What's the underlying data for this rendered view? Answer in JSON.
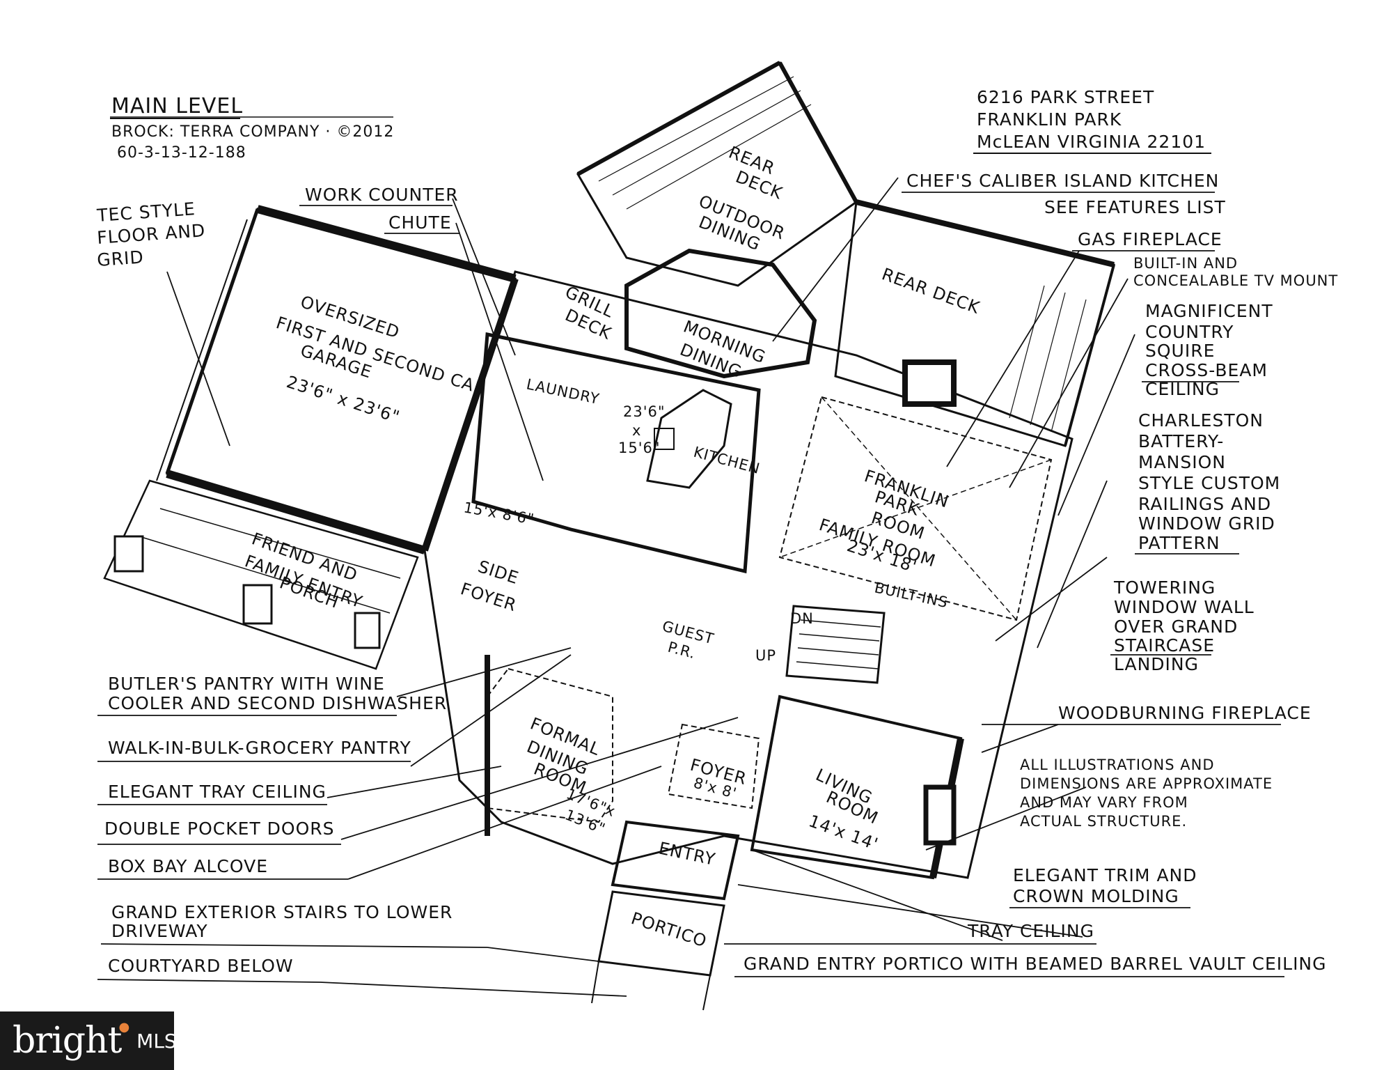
{
  "header": {
    "level_title": "MAIN LEVEL",
    "credit": "BROCK: TERRA COMPANY · ©2012",
    "code": "60-3-13-12-188",
    "address_line1": "6216 PARK STREET",
    "address_line2": "FRANKLIN PARK",
    "address_line3": "McLEAN VIRGINIA 22101"
  },
  "rooms": {
    "garage_1": "OVERSIZED",
    "garage_2": "FIRST AND SECOND CAR",
    "garage_3": "GARAGE",
    "garage_dim": "23'6\" x 23'6\"",
    "rear_deck_top_1": "REAR",
    "rear_deck_top_2": "DECK",
    "outdoor_dining_1": "OUTDOOR",
    "outdoor_dining_2": "DINING",
    "rear_deck_right": "REAR DECK",
    "grill_deck_1": "GRILL",
    "grill_deck_2": "DECK",
    "morning_dining_1": "MORNING",
    "morning_dining_2": "DINING",
    "laundry": "LAUNDRY",
    "laundry_dim": "15'x 8'6\"",
    "kitchen": "KITCHEN",
    "kitchen_dim_1": "23'6\"",
    "kitchen_dim_2": "x",
    "kitchen_dim_3": "15'6\"",
    "franklin_1": "FRANKLIN",
    "franklin_2": "PARK",
    "franklin_3": "ROOM",
    "family_room": "FAMILY ROOM",
    "family_dim": "23'x 18'",
    "built_ins": "BUILT-INS",
    "porch_1": "FRIEND AND",
    "porch_2": "FAMILY ENTRY",
    "porch_3": "PORCH",
    "side_foyer_1": "SIDE",
    "side_foyer_2": "FOYER",
    "guest_pr_1": "GUEST",
    "guest_pr_2": "P.R.",
    "dn": "DN",
    "up": "UP",
    "formal_1": "FORMAL",
    "formal_2": "DINING",
    "formal_3": "ROOM",
    "formal_dim_1": "17'6\"x",
    "formal_dim_2": "13'6\"",
    "foyer": "FOYER",
    "foyer_dim": "8'x 8'",
    "living_1": "LIVING",
    "living_2": "ROOM",
    "living_dim": "14'x 14'",
    "entry": "ENTRY",
    "portico": "PORTICO"
  },
  "callouts": {
    "tec_1": "TEC STYLE",
    "tec_2": "FLOOR AND",
    "tec_3": "GRID",
    "work_counter": "WORK COUNTER",
    "chute": "CHUTE",
    "chefs_kitchen": "CHEF'S CALIBER ISLAND KITCHEN",
    "see_features": "SEE FEATURES LIST",
    "gas_fireplace": "GAS FIREPLACE",
    "built_in_tv_1": "BUILT-IN AND",
    "built_in_tv_2": "CONCEALABLE TV MOUNT",
    "squire_1": "MAGNIFICENT",
    "squire_2": "COUNTRY",
    "squire_3": "SQUIRE",
    "squire_4": "CROSS-BEAM",
    "squire_5": "CEILING",
    "charleston_1": "CHARLESTON",
    "charleston_2": "BATTERY-",
    "charleston_3": "MANSION",
    "charleston_4": "STYLE CUSTOM",
    "charleston_5": "RAILINGS AND",
    "charleston_6": "WINDOW GRID",
    "charleston_7": "PATTERN",
    "towering_1": "TOWERING",
    "towering_2": "WINDOW WALL",
    "towering_3": "OVER GRAND",
    "towering_4": "STAIRCASE",
    "towering_5": "LANDING",
    "woodburning": "WOODBURNING FIREPLACE",
    "disclaimer_1": "ALL ILLUSTRATIONS AND",
    "disclaimer_2": "DIMENSIONS ARE APPROXIMATE",
    "disclaimer_3": "AND MAY VARY FROM",
    "disclaimer_4": "ACTUAL STRUCTURE.",
    "trim_1": "ELEGANT TRIM AND",
    "trim_2": "CROWN MOLDING",
    "tray_ceiling": "TRAY CEILING",
    "portico_vault": "GRAND ENTRY PORTICO WITH BEAMED BARREL VAULT CEILING",
    "butler_1": "BUTLER'S PANTRY WITH WINE",
    "butler_2": "COOLER AND SECOND DISHWASHER",
    "walk_in": "WALK-IN-BULK-GROCERY PANTRY",
    "elegant_tray": "ELEGANT TRAY CEILING",
    "pocket_doors": "DOUBLE POCKET DOORS",
    "box_bay": "BOX BAY ALCOVE",
    "stairs_1": "GRAND EXTERIOR STAIRS TO LOWER",
    "stairs_2": "DRIVEWAY",
    "courtyard": "COURTYARD BELOW"
  },
  "watermark": {
    "brand": "bright",
    "suffix": "MLS"
  }
}
